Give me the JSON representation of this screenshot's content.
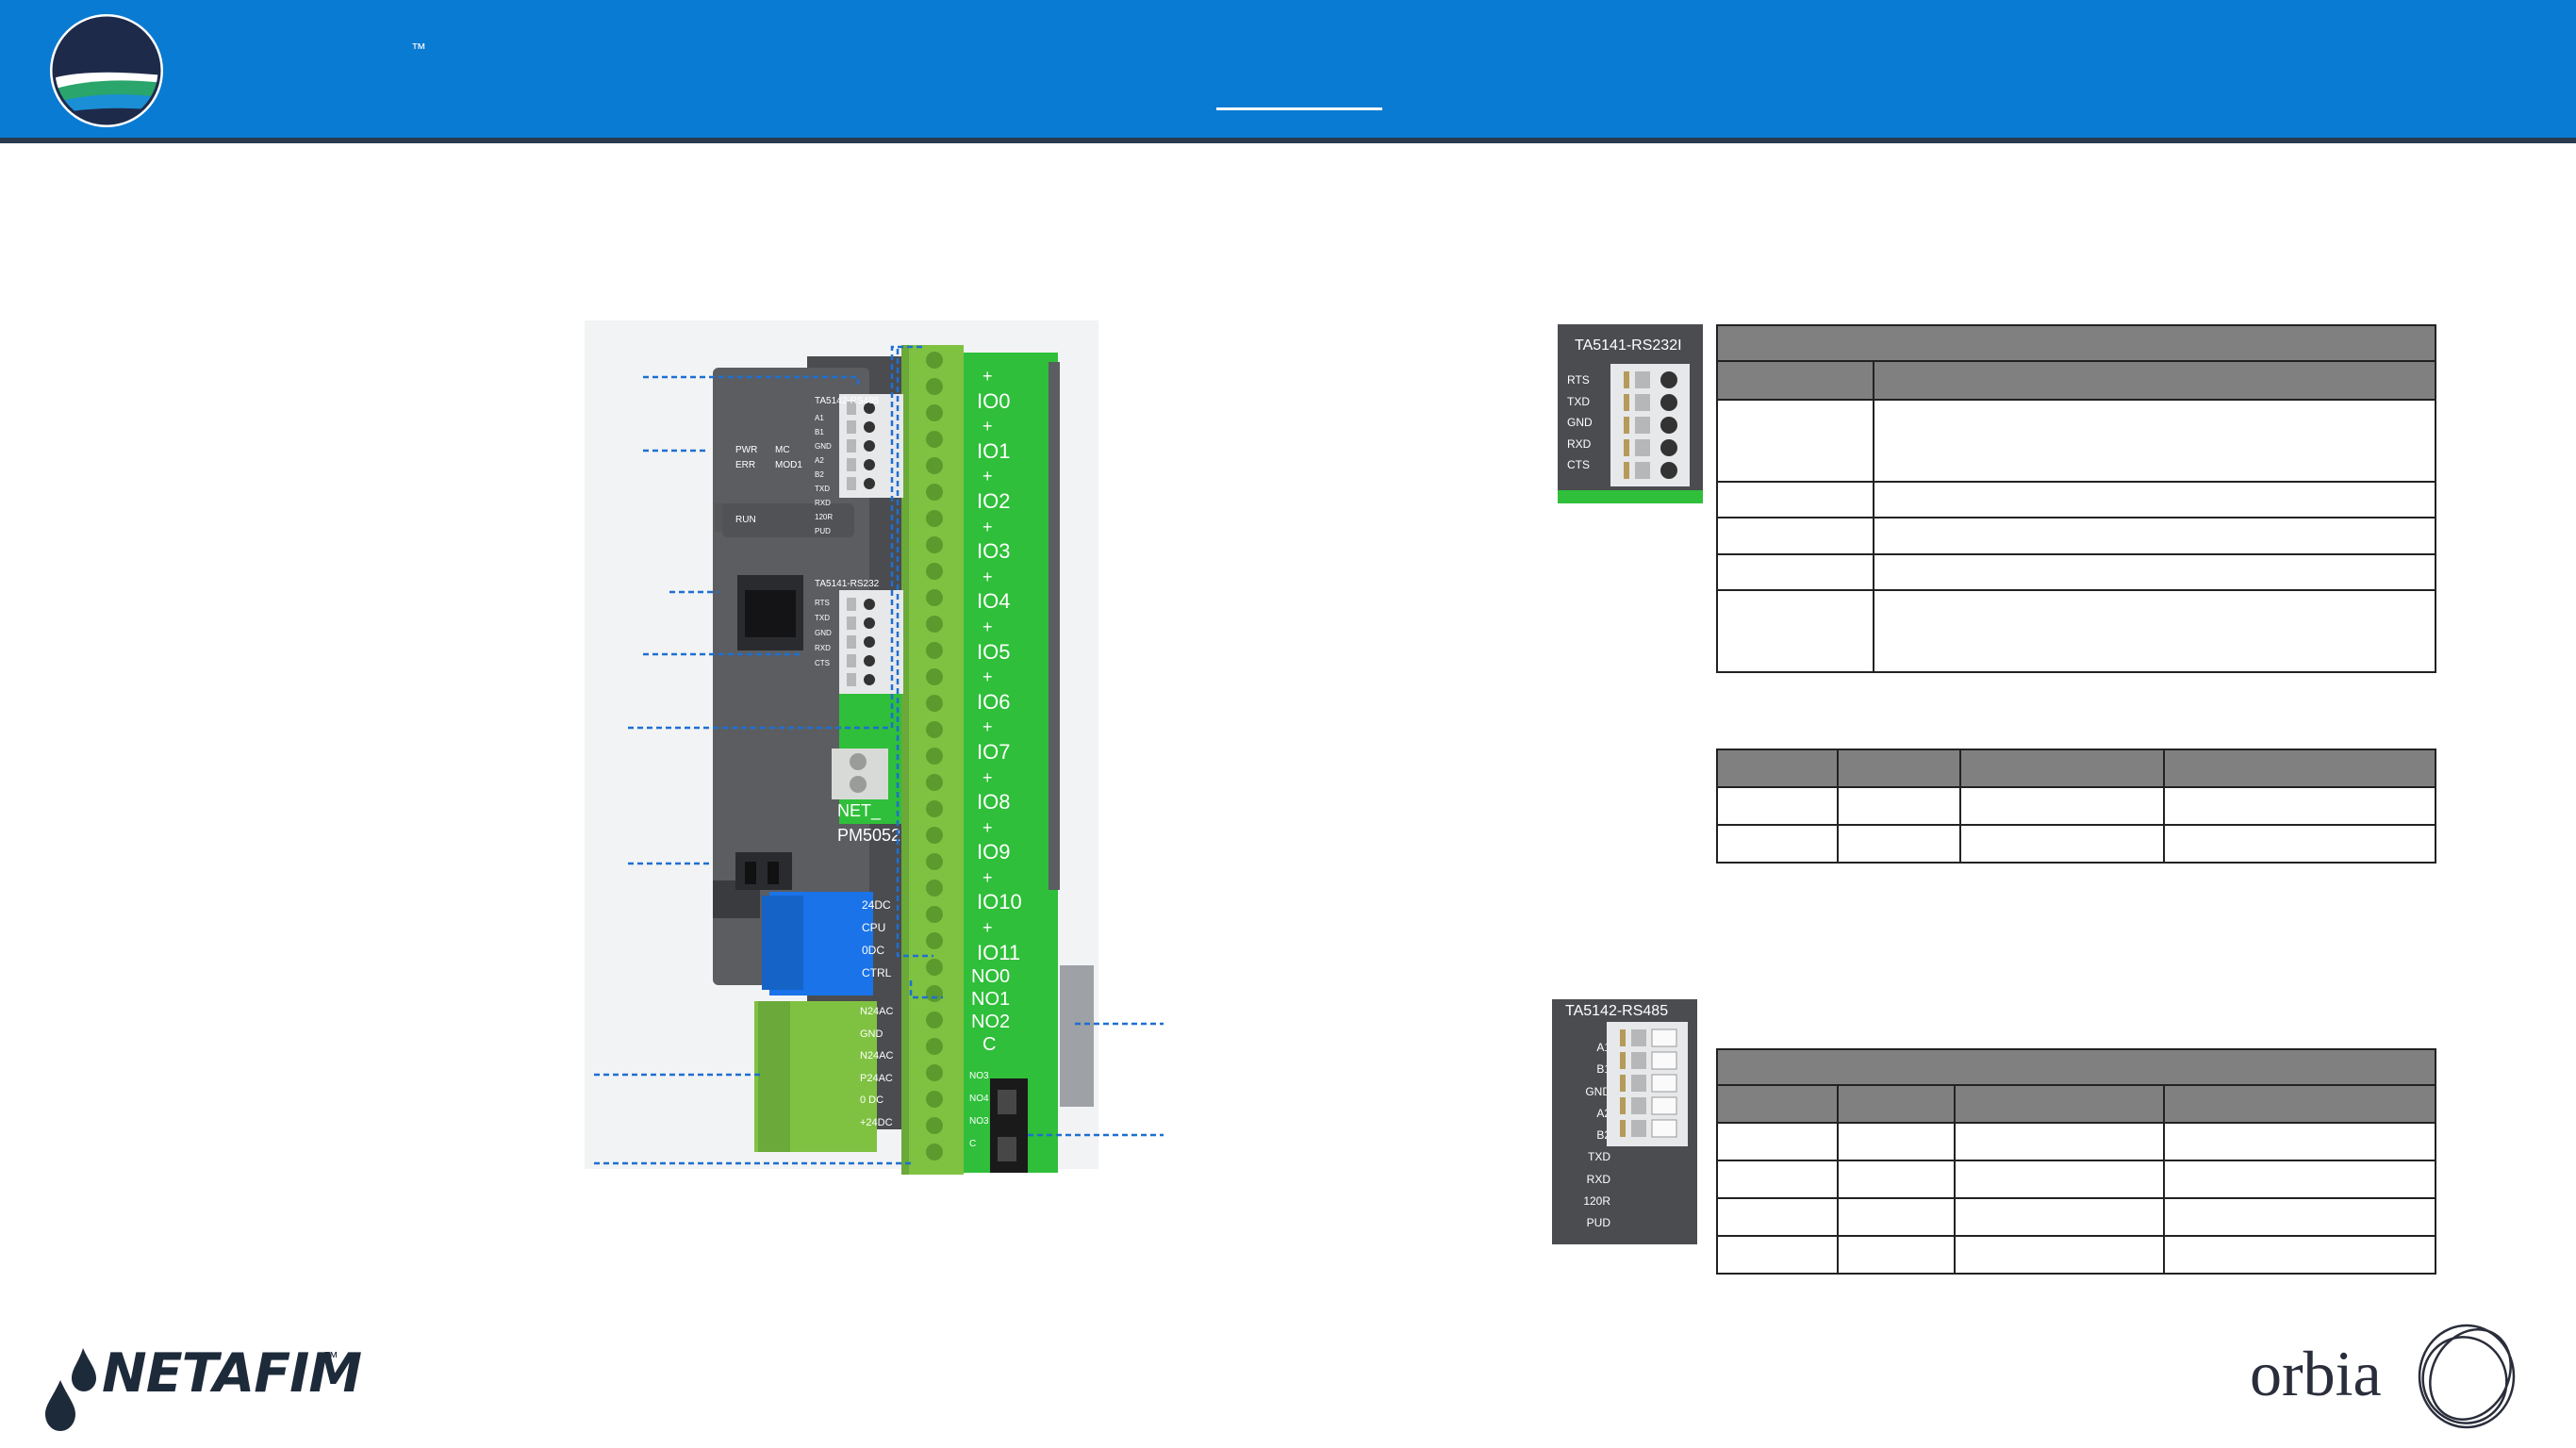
{
  "header": {
    "trademark": "™"
  },
  "board": {
    "module_rs485_label": "TA5142-RS485",
    "module_rs485_pins": [
      "A1",
      "B1",
      "GND",
      "A2",
      "B2",
      "TXD",
      "RXD",
      "120R",
      "PUD"
    ],
    "module_rs232_label": "TA5141-RS232",
    "module_rs232_pins": [
      "RTS",
      "TXD",
      "GND",
      "RXD",
      "CTS"
    ],
    "led_labels": [
      "PWR",
      "MC",
      "ERR",
      "MOD1",
      "RUN"
    ],
    "power_labels": [
      "24DC",
      "CPU",
      "0DC",
      "CTRL"
    ],
    "io_labels": [
      "IO0",
      "IO1",
      "IO2",
      "IO3",
      "IO4",
      "IO5",
      "IO6",
      "IO7",
      "IO8",
      "IO9",
      "IO10",
      "IO11"
    ],
    "plus": "+",
    "no_labels": [
      "NO0",
      "NO1",
      "NO2",
      "C"
    ],
    "lower_left_labels": [
      "N24AC",
      "GND",
      "N24AC",
      "P24AC",
      "0 DC",
      "+24DC"
    ],
    "lower_right_labels": [
      "NO3",
      "NO4",
      "NO3",
      "C"
    ],
    "net_label": "NET_",
    "pm_label": "PM5052"
  },
  "module_rs232": {
    "title": "TA5141-RS232I",
    "pins": [
      "RTS",
      "TXD",
      "GND",
      "RXD",
      "CTS"
    ]
  },
  "module_rs485": {
    "title": "TA5142-RS485",
    "pins": [
      "A1",
      "B1",
      "GND",
      "A2",
      "B2",
      "TXD",
      "RXD",
      "120R",
      "PUD"
    ]
  },
  "footer": {
    "netafim": "NETAFIM",
    "netafim_tm": "™",
    "orbia": "orbia"
  },
  "colors": {
    "header_blue": "#0a7bd2",
    "pcb_green": "#2fbf3a",
    "terminal_green": "#7fc241",
    "connector_blue": "#1a73e8",
    "housing_gray": "#5b5d61",
    "table_header": "#808080",
    "leader_blue": "#1f6fd1"
  }
}
